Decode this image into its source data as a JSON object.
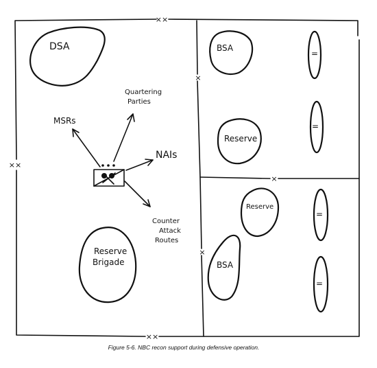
{
  "areas": {
    "dsa": "DSA",
    "bsa_top": "BSA",
    "bsa_bottom": "BSA",
    "reserve_top": "Reserve",
    "reserve_bottom": "Reserve",
    "reserve_brigade_line1": "Reserve",
    "reserve_brigade_line2": "Brigade"
  },
  "tasks": {
    "quartering_line1": "Quartering",
    "quartering_line2": "Parties",
    "msrs": "MSRs",
    "nais": "NAIs",
    "counter_line1": "Counter",
    "counter_line2": "Attack",
    "counter_line3": "Routes"
  },
  "boundary_marks": {
    "division": "××",
    "brigade": "×"
  },
  "units": {
    "battalion_mark": "="
  },
  "caption": "Figure 5-6. NBC recon support during defensive operation."
}
